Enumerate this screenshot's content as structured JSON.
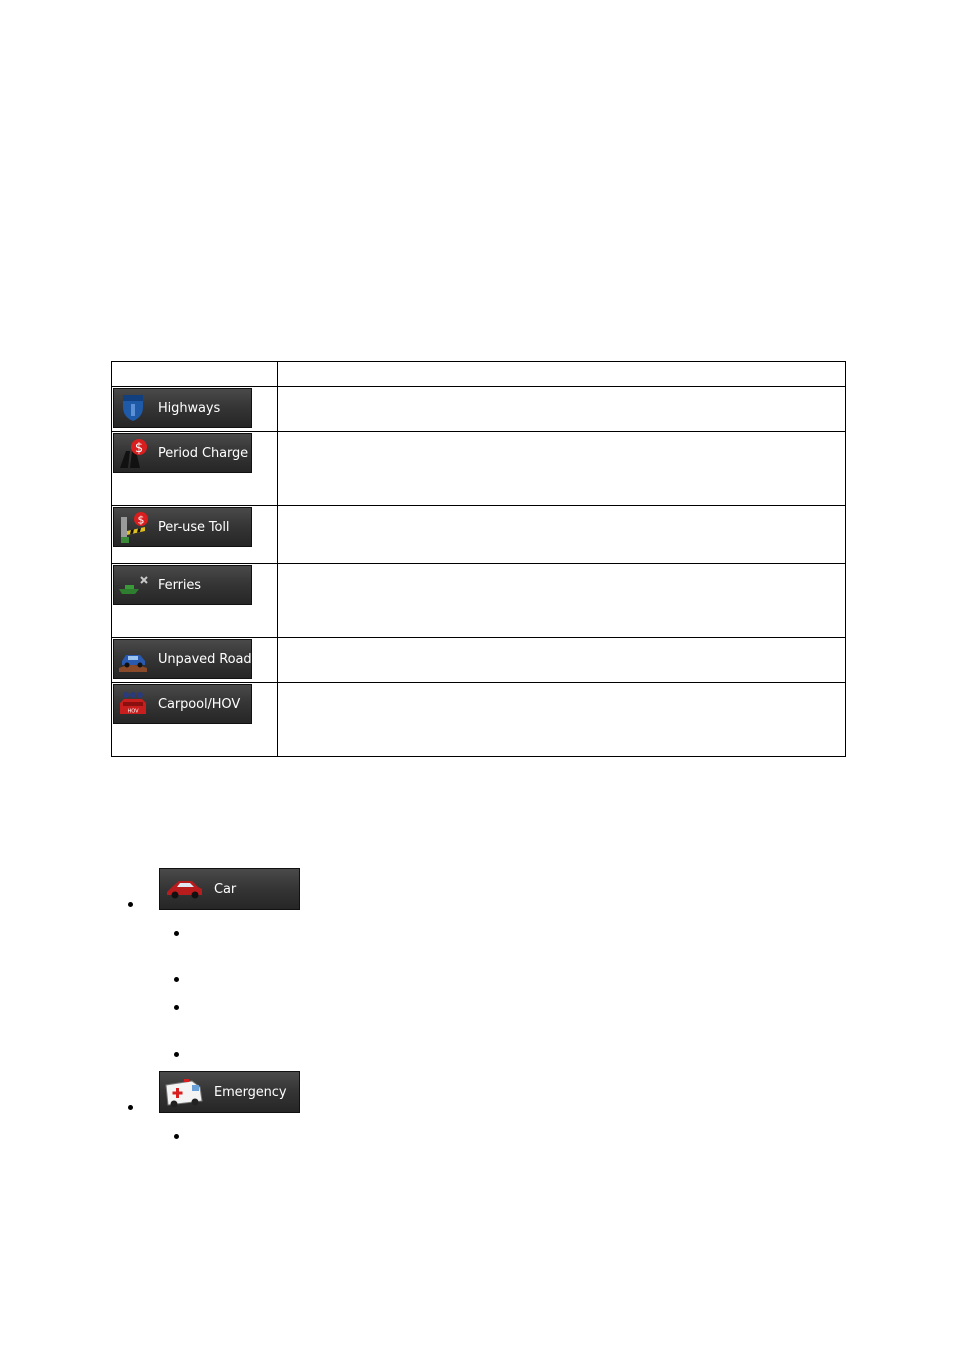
{
  "road_types_table": {
    "header": [
      "",
      ""
    ],
    "rows": [
      {
        "label": "Highways",
        "icon": "highway-icon",
        "description": ""
      },
      {
        "label": "Period Charge",
        "icon": "period-charge-icon",
        "description": ""
      },
      {
        "label": "Per-use Toll",
        "icon": "toll-gate-icon",
        "description": ""
      },
      {
        "label": "Ferries",
        "icon": "ferry-icon",
        "description": ""
      },
      {
        "label": "Unpaved Roads",
        "icon": "unpaved-road-icon",
        "description": ""
      },
      {
        "label": "Carpool/HOV",
        "icon": "carpool-icon",
        "description": ""
      }
    ]
  },
  "vehicle_types": [
    {
      "label": "Car",
      "icon": "car-icon"
    },
    {
      "label": "Emergency",
      "icon": "ambulance-icon"
    }
  ],
  "colors": {
    "button_bg": "#363636",
    "button_text": "#ffffff",
    "highway_blue": "#1e5aa8",
    "money_red": "#d81e1e",
    "toll_green": "#3a8a3a",
    "car_red": "#b81c1c"
  }
}
